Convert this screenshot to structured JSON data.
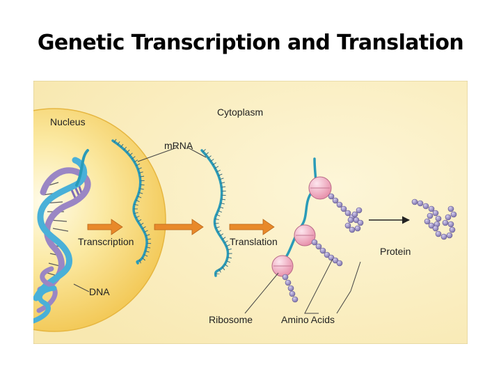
{
  "title": "Genetic Transcription and Translation",
  "labels": {
    "nucleus": "Nucleus",
    "cytoplasm": "Cytoplasm",
    "mrna": "mRNA",
    "transcription": "Transcription",
    "translation": "Translation",
    "dna": "DNA",
    "ribosome": "Ribosome",
    "amino_acids": "Amino Acids",
    "protein": "Protein"
  },
  "colors": {
    "panel": "#fbf0c4",
    "nucleus": "#f5cf60",
    "nucleus_glow": "#fffbe8",
    "mrna": "#2a9bb8",
    "arrow": "#e8892a",
    "ribosome": "#f2b3c6",
    "amino_acid": "#a49ac6",
    "dna_strand_a": "#9a86c4",
    "dna_strand_b": "#49b0d8"
  }
}
